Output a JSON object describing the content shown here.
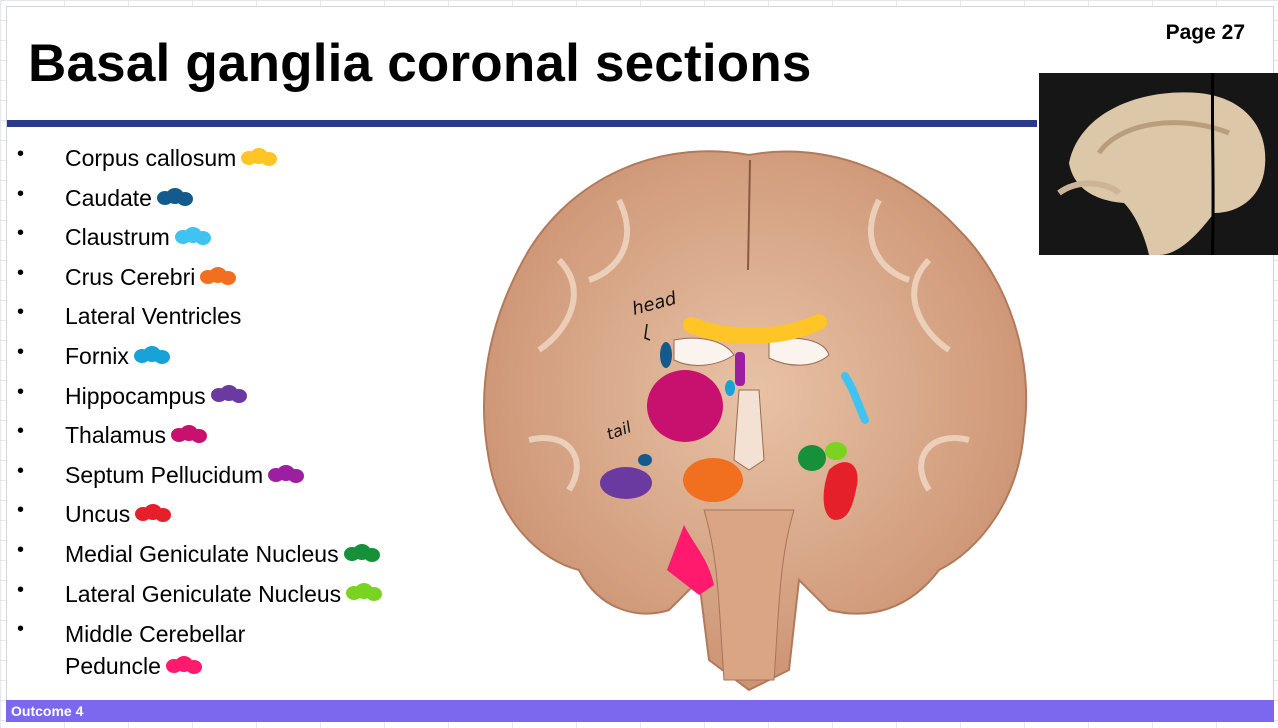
{
  "slide": {
    "page_label": "Page 27",
    "title": "Basal ganglia coronal sections",
    "footer": "Outcome 4"
  },
  "terms": [
    {
      "label": "Corpus callosum",
      "color": "#ffc425"
    },
    {
      "label": "Caudate",
      "color": "#145a8c"
    },
    {
      "label": "Claustrum",
      "color": "#3ec3f2"
    },
    {
      "label": "Crus Cerebri",
      "color": "#f07020"
    },
    {
      "label": "Lateral Ventricles",
      "color": ""
    },
    {
      "label": "Fornix",
      "color": "#17a3d8"
    },
    {
      "label": "Hippocampus",
      "color": "#6b3aa0"
    },
    {
      "label": "Thalamus",
      "color": "#c8106e"
    },
    {
      "label": "Septum Pellucidum",
      "color": "#9b1fa0"
    },
    {
      "label": "Uncus",
      "color": "#e5202a"
    },
    {
      "label": "Medial Geniculate Nucleus",
      "color": "#16913a"
    },
    {
      "label": "Lateral Geniculate Nucleus",
      "color": "#7bd321"
    },
    {
      "label": "Middle Cerebellar Peduncle",
      "color": "#ff1a6e"
    }
  ],
  "annotations": {
    "head": "head",
    "tail": "tail"
  },
  "bullet": "•"
}
